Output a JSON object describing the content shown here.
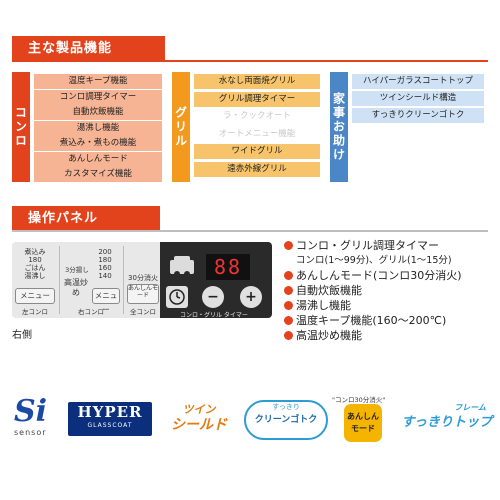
{
  "headers": {
    "features": "主な製品機能",
    "panel": "操作パネル"
  },
  "sections": {
    "konro": {
      "label": "コンロ",
      "color": "#e2431d",
      "items": [
        "温度キープ機能",
        "コンロ調理タイマー",
        "自動炊飯機能",
        "湯沸し機能",
        "煮込み・煮もの機能",
        "あんしんモード",
        "カスタマイズ機能"
      ]
    },
    "grill": {
      "label": "グリル",
      "color": "#f39a1e",
      "items": [
        {
          "text": "水なし両面焼グリル",
          "active": true
        },
        {
          "text": "グリル調理タイマー",
          "active": true
        },
        {
          "text": "ラ・クックオート",
          "active": false
        },
        {
          "text": "オートメニュー機能",
          "active": false
        },
        {
          "text": "ワイドグリル",
          "active": true
        },
        {
          "text": "遠赤外線グリル",
          "active": true
        }
      ]
    },
    "kaji": {
      "label": "家事お助け",
      "color": "#4b86c6",
      "items": [
        "ハイパーガラスコートトップ",
        "ツインシールド構造",
        "すっきりクリーンゴトク"
      ]
    }
  },
  "panel": {
    "col1": {
      "top": [
        "煮込み",
        "180",
        "ごはん",
        "湯沸し"
      ],
      "button": "メニュー",
      "bottom": "左コンロ"
    },
    "col2": {
      "top": [
        "200",
        "180",
        "160",
        "3分揚し",
        "140"
      ],
      "button": "メニュー",
      "middle": "高温炒め",
      "bottom": "右コンロ"
    },
    "col3": {
      "top": [
        "30分消火"
      ],
      "button": "あんしんモード",
      "bottom": "全コンロ"
    },
    "display": "88",
    "timer_label": "コンロ・グリル タイマー",
    "minus": "−",
    "plus": "+",
    "caption": "右側"
  },
  "bullets": [
    {
      "text": "コンロ・グリル調理タイマー",
      "sub": false
    },
    {
      "text": "コンロ(1〜99分)、グリル(1〜15分)",
      "sub": true
    },
    {
      "text": "あんしんモード(コンロ30分消火)",
      "sub": false
    },
    {
      "text": "自動炊飯機能",
      "sub": false
    },
    {
      "text": "湯沸し機能",
      "sub": false
    },
    {
      "text": "温度キープ機能(160〜200℃)",
      "sub": false
    },
    {
      "text": "高温炒め機能",
      "sub": false
    }
  ],
  "logos": {
    "si_letter": "Si",
    "si_sub": "sensor",
    "hyper_main": "HYPER",
    "hyper_sub": "GLASSCOAT",
    "twin_top": "ツイン",
    "twin_bottom": "シールド",
    "gotoku_top": "すっきり",
    "gotoku_main": "クリーンゴトク",
    "anshin_caption": "\"コンロ30分消火\"",
    "anshin_top": "あんしん",
    "anshin_bottom": "モード",
    "frame_top": "フレーム",
    "frame_main": "すっきりトップ"
  }
}
